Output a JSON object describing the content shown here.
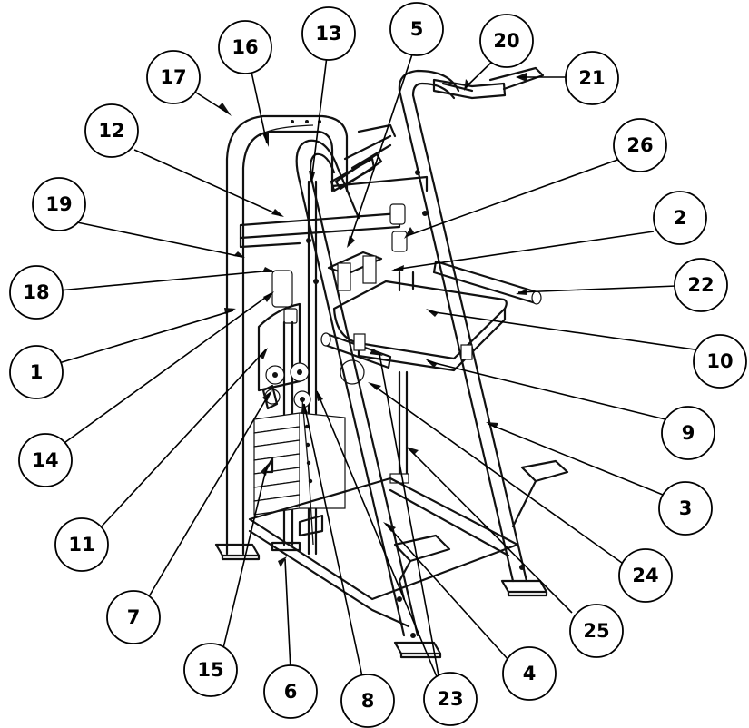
{
  "callouts": [
    {
      "id": "c17",
      "label": "17"
    },
    {
      "id": "c16",
      "label": "16"
    },
    {
      "id": "c13",
      "label": "13"
    },
    {
      "id": "c5",
      "label": "5"
    },
    {
      "id": "c20",
      "label": "20"
    },
    {
      "id": "c21",
      "label": "21"
    },
    {
      "id": "c12",
      "label": "12"
    },
    {
      "id": "c26",
      "label": "26"
    },
    {
      "id": "c19",
      "label": "19"
    },
    {
      "id": "c2",
      "label": "2"
    },
    {
      "id": "c18",
      "label": "18"
    },
    {
      "id": "c22",
      "label": "22"
    },
    {
      "id": "c1",
      "label": "1"
    },
    {
      "id": "c10",
      "label": "10"
    },
    {
      "id": "c9",
      "label": "9"
    },
    {
      "id": "c14",
      "label": "14"
    },
    {
      "id": "c3",
      "label": "3"
    },
    {
      "id": "c11",
      "label": "11"
    },
    {
      "id": "c24",
      "label": "24"
    },
    {
      "id": "c7",
      "label": "7"
    },
    {
      "id": "c25",
      "label": "25"
    },
    {
      "id": "c15",
      "label": "15"
    },
    {
      "id": "c4",
      "label": "4"
    },
    {
      "id": "c6",
      "label": "6"
    },
    {
      "id": "c8",
      "label": "8"
    },
    {
      "id": "c23",
      "label": "23"
    }
  ]
}
